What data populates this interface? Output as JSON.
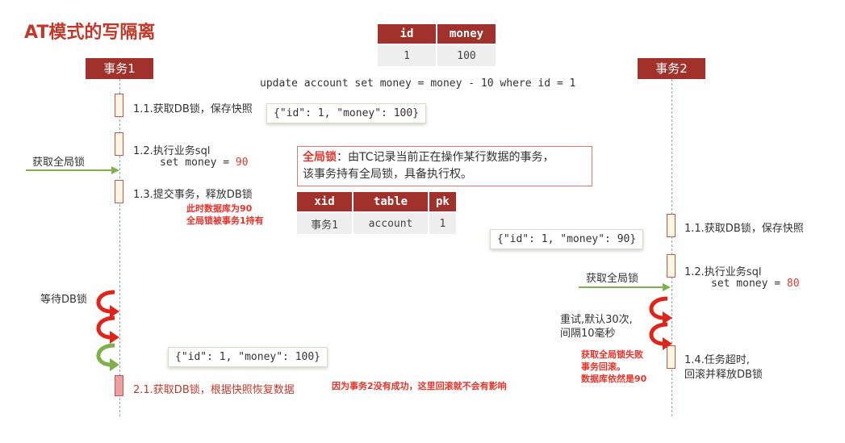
{
  "title": "AT模式的写隔离",
  "actors": {
    "tx1": "事务1",
    "tx2": "事务2"
  },
  "top_table": {
    "headers": [
      "id",
      "money"
    ],
    "row": [
      "1",
      "100"
    ]
  },
  "update_sql": "update account set money = money - 10 where id = 1",
  "tx1": {
    "step1": "1.1.获取DB锁，保存快照",
    "step2_line1": "1.2.执行业务sql",
    "step2_line2_prefix": "set money = ",
    "step2_line2_value": "90",
    "step3": "1.3.提交事务，释放DB锁",
    "note_line1": "此时数据库为90",
    "note_line2": "全局锁被事务1持有",
    "acquire_global": "获取全局锁",
    "wait_db": "等待DB锁",
    "step21": "2.1.获取DB锁，根据快照恢复数据"
  },
  "snapshots": {
    "s1": "{\"id\": 1, \"money\": 100}",
    "s2": "{\"id\": 1, \"money\": 90}",
    "s3": "{\"id\": 1, \"money\": 100}"
  },
  "global_lock": {
    "label": "全局锁",
    "text_line1": "：由TC记录当前正在操作某行数据的事务，",
    "text_line2": "该事务持有全局锁，具备执行权。"
  },
  "lock_table": {
    "headers": [
      "xid",
      "table",
      "pk"
    ],
    "row": [
      "事务1",
      "account",
      "1"
    ]
  },
  "tx2": {
    "step1": "1.1.获取DB锁，保存快照",
    "step2_line1": "1.2.执行业务sql",
    "step2_line2_prefix": "set money = ",
    "step2_line2_value": "80",
    "acquire_global": "获取全局锁",
    "retry_line1": "重试,默认30次,",
    "retry_line2": "间隔10毫秒",
    "fail_line1": "获取全局锁失败",
    "fail_line2": "事务回滚。",
    "fail_line3": "数据库依然是90",
    "step4_line1": "1.4.任务超时,",
    "step4_line2": "回滚并释放DB锁"
  },
  "rollback_note": "因为事务2没有成功，这里回滚就不会有影响",
  "colors": {
    "accent": "#a0322b",
    "red_text": "#e03a2f",
    "arrow_green": "#7fb04a",
    "arrow_red": "#e0241a"
  }
}
